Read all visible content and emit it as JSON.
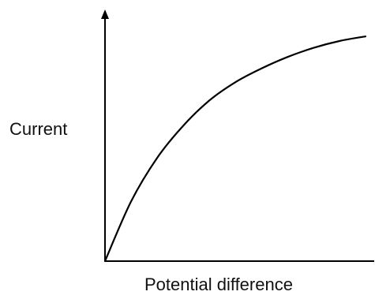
{
  "chart_data": {
    "type": "line",
    "xlabel": "Potential difference",
    "ylabel": "Current",
    "axes": {
      "arrows": true,
      "ticks": false,
      "grid": false
    },
    "series": [
      {
        "x": [
          0.0,
          0.1,
          0.2,
          0.3,
          0.4,
          0.5,
          0.6,
          0.7,
          0.8,
          0.9,
          1.0
        ],
        "y": [
          0.0,
          0.26,
          0.45,
          0.59,
          0.7,
          0.78,
          0.84,
          0.89,
          0.93,
          0.96,
          0.98
        ]
      }
    ],
    "xlim": [
      0,
      1
    ],
    "ylim": [
      0,
      1.07
    ],
    "colors": {
      "line": "#000000",
      "axis": "#000000",
      "text": "#111111"
    }
  }
}
